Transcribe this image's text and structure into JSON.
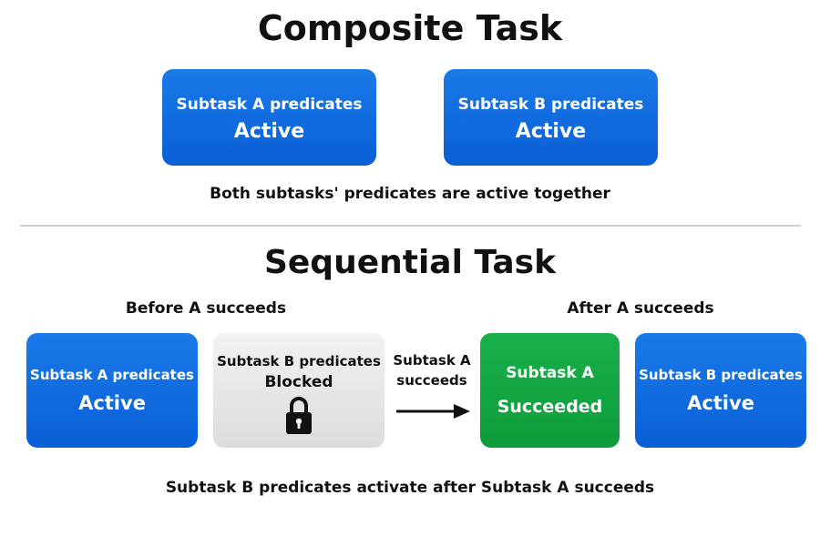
{
  "composite": {
    "title": "Composite Task",
    "box_a": {
      "line1": "Subtask A predicates",
      "line2": "Active"
    },
    "box_b": {
      "line1": "Subtask B predicates",
      "line2": "Active"
    },
    "caption": "Both subtasks' predicates are active together"
  },
  "sequential": {
    "title": "Sequential Task",
    "before_label": "Before A succeeds",
    "after_label": "After A succeeds",
    "before_box_a": {
      "line1": "Subtask A predicates",
      "line2": "Active"
    },
    "before_box_b": {
      "line1": "Subtask B predicates",
      "line2": "Blocked",
      "icon": "lock-icon"
    },
    "arrow_label_line1": "Subtask A",
    "arrow_label_line2": "succeeds",
    "after_box_a": {
      "line1": "Subtask A",
      "line2": "Succeeded"
    },
    "after_box_b": {
      "line1": "Subtask B predicates",
      "line2": "Active"
    },
    "caption": "Subtask B predicates activate after Subtask A succeeds"
  },
  "colors": {
    "active_blue": "#0a6ae0",
    "succeeded_green": "#14a843",
    "blocked_gray": "#e6e6e6"
  }
}
